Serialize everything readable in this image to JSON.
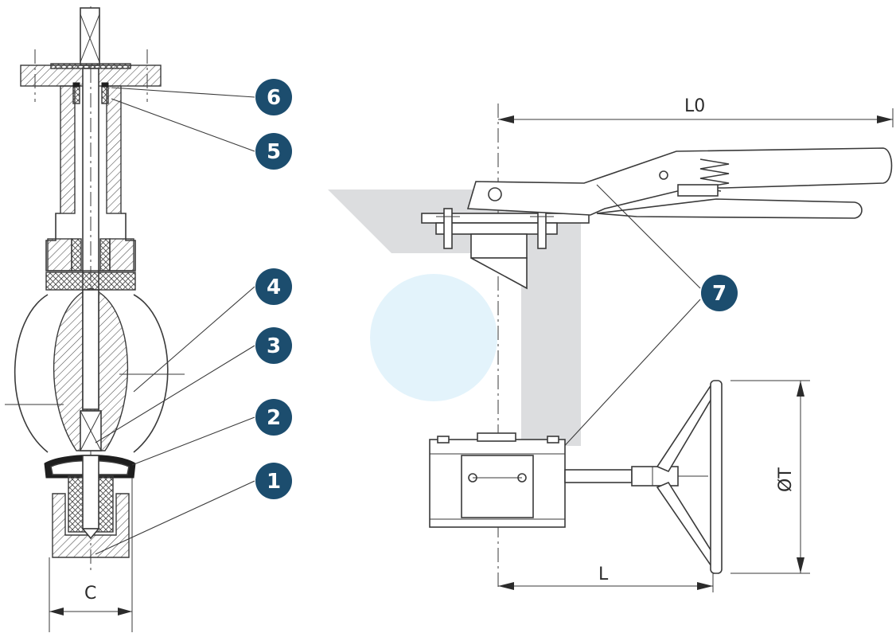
{
  "diagram": {
    "callouts": [
      {
        "id": "6",
        "label": "6"
      },
      {
        "id": "5",
        "label": "5"
      },
      {
        "id": "4",
        "label": "4"
      },
      {
        "id": "3",
        "label": "3"
      },
      {
        "id": "2",
        "label": "2"
      },
      {
        "id": "1",
        "label": "1"
      },
      {
        "id": "7",
        "label": "7"
      }
    ],
    "dimensions": {
      "c": "C",
      "l0": "L0",
      "l": "L",
      "diameter_t": "ØT"
    },
    "colors": {
      "badge": "#1c4d6e",
      "line": "#3a3a3a",
      "watermark_gray": "#dcdddf",
      "watermark_blue": "#e3f3fb"
    },
    "watermark": "logo-watermark"
  }
}
